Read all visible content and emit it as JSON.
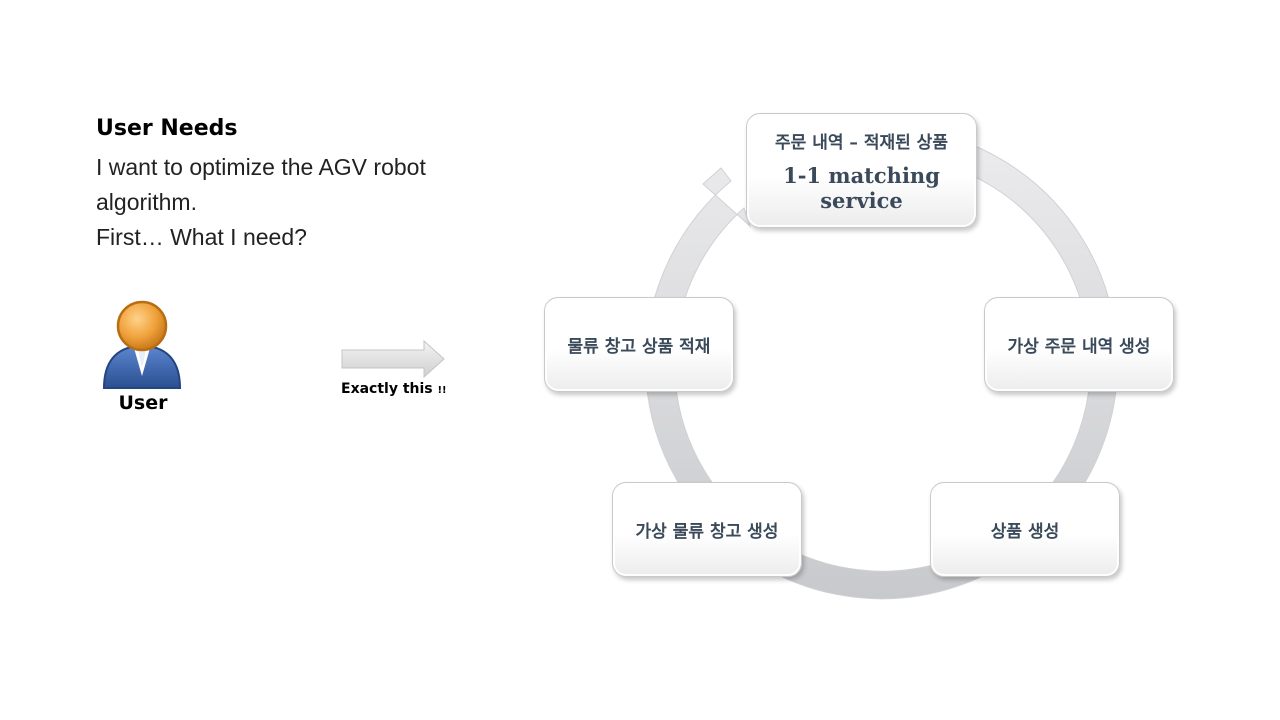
{
  "needs": {
    "title": "User Needs",
    "lines": [
      "I want to optimize the AGV robot",
      "algorithm.",
      "First… What I need?"
    ]
  },
  "user": {
    "label": "User",
    "icon": "user-icon"
  },
  "arrow": {
    "caption": "Exactly this",
    "caption_mark": "!!",
    "icon": "right-arrow-icon"
  },
  "cycle": {
    "nodes": [
      {
        "label": "주문 내역 – 적재된 상품",
        "sub_lines": [
          "1-1 matching",
          "service"
        ]
      },
      {
        "label": "가상 주문 내역 생성"
      },
      {
        "label": "상품 생성"
      },
      {
        "label": "가상 물류 창고 생성"
      },
      {
        "label": "물류 창고 상품 적재"
      }
    ]
  },
  "colors": {
    "node_text": "#3a4a5a",
    "ring": "#d4d5d8",
    "user_head": "#f0a23c",
    "user_body": "#3a67b0"
  }
}
